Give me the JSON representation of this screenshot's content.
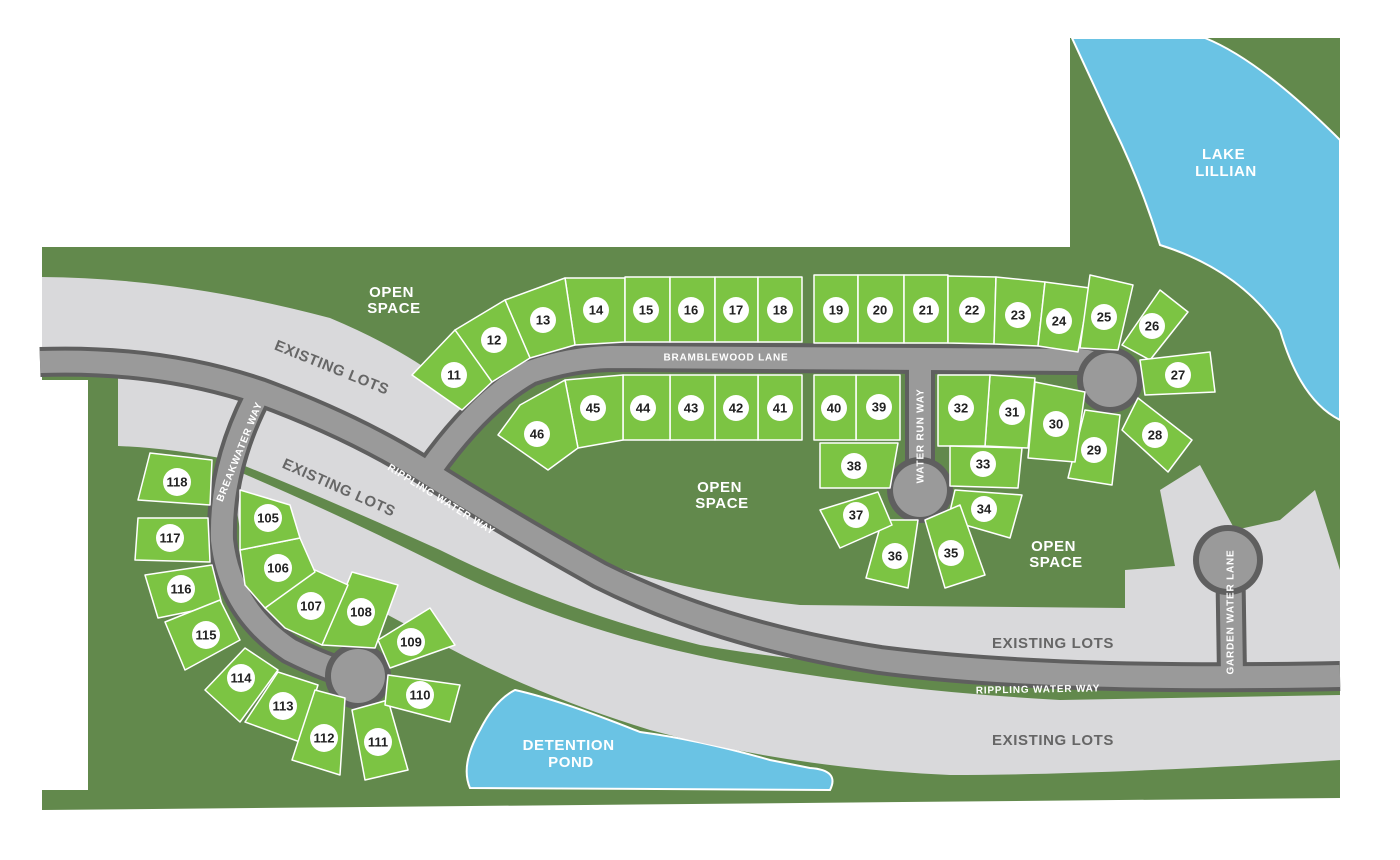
{
  "colors": {
    "open_space": "#62894c",
    "lot": "#7cc443",
    "existing_lots": "#d9d9db",
    "road_edge": "#5f5f5f",
    "road_fill": "#9a9a9a",
    "water": "#6ac3e4"
  },
  "area_labels": {
    "open_space_top_left": [
      "OPEN",
      "SPACE"
    ],
    "open_space_center": [
      "OPEN",
      "SPACE"
    ],
    "open_space_right": [
      "OPEN",
      "SPACE"
    ],
    "existing_lots_1": "EXISTING LOTS",
    "existing_lots_2": "EXISTING LOTS",
    "existing_lots_3": "EXISTING LOTS",
    "existing_lots_4": "EXISTING LOTS",
    "lake": [
      "LAKE",
      "LILLIAN"
    ],
    "pond": [
      "DETENTION",
      "POND"
    ]
  },
  "road_labels": {
    "bramblewood": "BRAMBLEWOOD LANE",
    "rippling_upper": "RIPPLING WATER WAY",
    "rippling_lower": "RIPPLING WATER WAY",
    "breakwater": "BREAKWATER WAY",
    "water_run": "WATER RUN WAY",
    "garden_water": "GARDEN WATER LANE"
  },
  "lots": [
    "11",
    "12",
    "13",
    "14",
    "15",
    "16",
    "17",
    "18",
    "19",
    "20",
    "21",
    "22",
    "23",
    "24",
    "25",
    "26",
    "27",
    "28",
    "29",
    "30",
    "31",
    "32",
    "33",
    "34",
    "35",
    "36",
    "37",
    "38",
    "39",
    "40",
    "41",
    "42",
    "43",
    "44",
    "45",
    "46",
    "105",
    "106",
    "107",
    "108",
    "109",
    "110",
    "111",
    "112",
    "113",
    "114",
    "115",
    "116",
    "117",
    "118"
  ]
}
